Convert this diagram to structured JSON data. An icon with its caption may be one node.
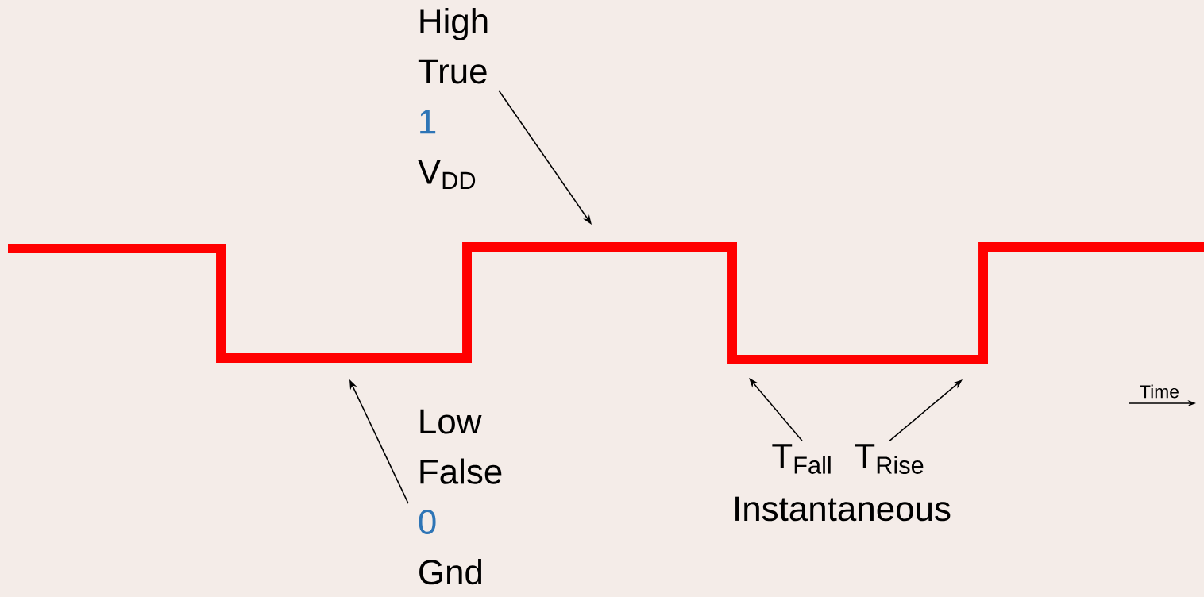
{
  "diagram": {
    "nodes": [
      {
        "text": [
          "High",
          "True",
          "1",
          "V$_{DD}$"
        ]
      },
      {
        "text": [
          "Low",
          "False",
          "0",
          "Gnd"
        ]
      },
      {
        "text": [
          "T$_{Fall}$"
        ]
      },
      {
        "text": [
          "T$_{Rise}$"
        ]
      }
    ],
    "edges": [
      {
        "from": 0,
        "to": null,
        "arrow": "to"
      },
      {
        "from": 1,
        "to": null,
        "arrow": "to"
      },
      {
        "from": 2,
        "to": null,
        "arrow": "to"
      },
      {
        "from": 3,
        "to": null,
        "arrow": "to"
      }
    ],
    "labels": [
      "Instantaneous",
      "Time"
    ]
  }
}
